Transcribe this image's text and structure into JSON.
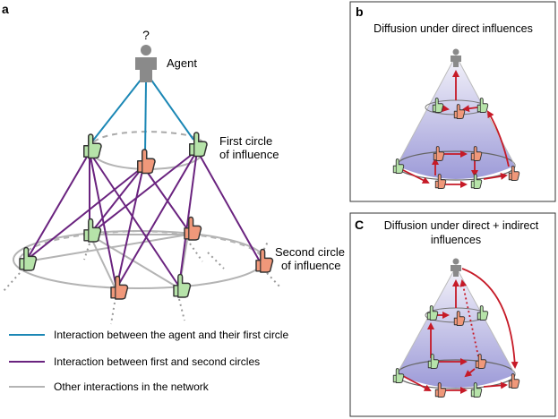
{
  "panel_a": {
    "letter": "a",
    "question_mark": "?",
    "agent_label": "Agent",
    "first_circle_line1": "First circle",
    "first_circle_line2": "of influence",
    "second_circle_line1": "Second circle",
    "second_circle_line2": "of influence",
    "legend": [
      {
        "label": "Interaction between the agent and their first circle",
        "color": "#1b87b5"
      },
      {
        "label": "Interaction between first and second circles",
        "color": "#6a237f"
      },
      {
        "label": "Other interactions in the network",
        "color": "#b4b4b4"
      }
    ]
  },
  "panel_b": {
    "letter": "b",
    "title": "Diffusion under direct influences"
  },
  "panel_c": {
    "letter": "C",
    "title_line1": "Diffusion under direct + indirect",
    "title_line2": "influences"
  },
  "colors": {
    "green_hand": "#b6e3a9",
    "orange_hand": "#f0987a",
    "arrow_red": "#c61a27",
    "agent_gray": "#8a8a8a",
    "cone_top": "#eceaf6",
    "cone_bottom": "#9c9ad6"
  }
}
